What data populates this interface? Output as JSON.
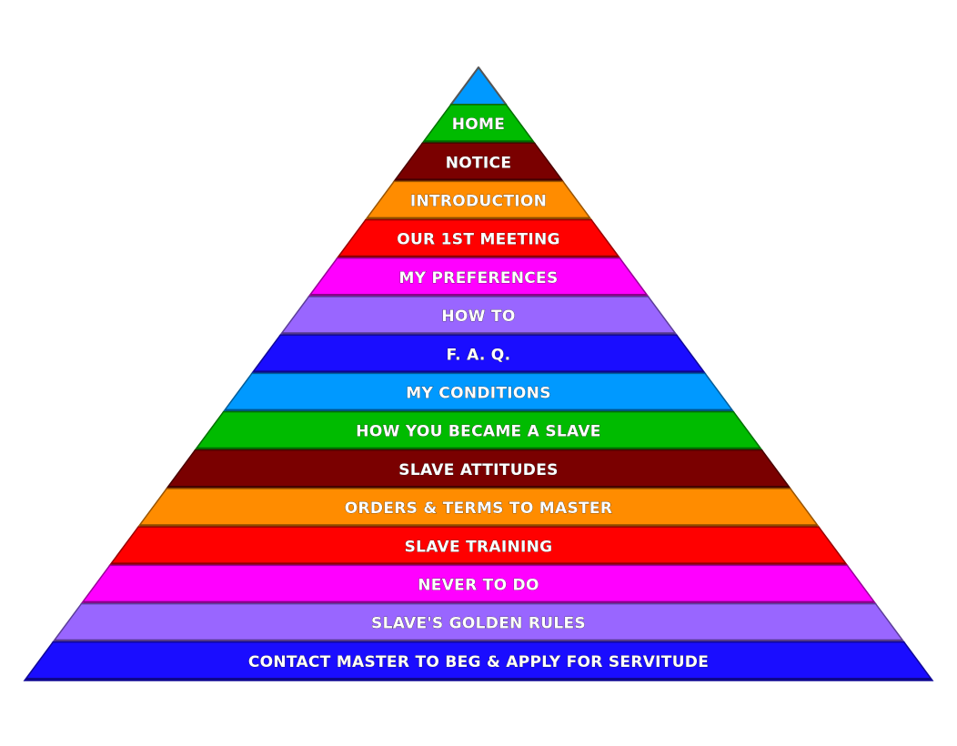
{
  "pyramid": {
    "apex_color": "#0099ff",
    "tiers": [
      {
        "label": "HOME",
        "color": "#00bb00",
        "text_color": "#ffffff"
      },
      {
        "label": "NOTICE",
        "color": "#7a0000",
        "text_color": "#ffffff"
      },
      {
        "label": "INTRODUCTION",
        "color": "#ff8c00",
        "text_color": "#ffffff"
      },
      {
        "label": "OUR 1ST MEETING",
        "color": "#ff0000",
        "text_color": "#ffffff"
      },
      {
        "label": "MY PREFERENCES",
        "color": "#ff00ff",
        "text_color": "#ffffff"
      },
      {
        "label": "HOW TO",
        "color": "#9966ff",
        "text_color": "#ffffff"
      },
      {
        "label": "F. A. Q.",
        "color": "#1a0dff",
        "text_color": "#ffffff"
      },
      {
        "label": "MY CONDITIONS",
        "color": "#0099ff",
        "text_color": "#ffffff"
      },
      {
        "label": "HOW YOU BECAME A SLAVE",
        "color": "#00bb00",
        "text_color": "#ffffff"
      },
      {
        "label": "SLAVE ATTITUDES",
        "color": "#7a0000",
        "text_color": "#ffffff"
      },
      {
        "label": "ORDERS & TERMS TO MASTER",
        "color": "#ff8c00",
        "text_color": "#ffffff"
      },
      {
        "label": "SLAVE TRAINING",
        "color": "#ff0000",
        "text_color": "#ffffff"
      },
      {
        "label": "NEVER TO DO",
        "color": "#ff00ff",
        "text_color": "#ffffff"
      },
      {
        "label": "SLAVE'S GOLDEN RULES",
        "color": "#9966ff",
        "text_color": "#ffffff"
      },
      {
        "label": "CONTACT MASTER TO BEG & APPLY FOR SERVITUDE",
        "color": "#1a0dff",
        "text_color": "#ffff99"
      }
    ]
  }
}
